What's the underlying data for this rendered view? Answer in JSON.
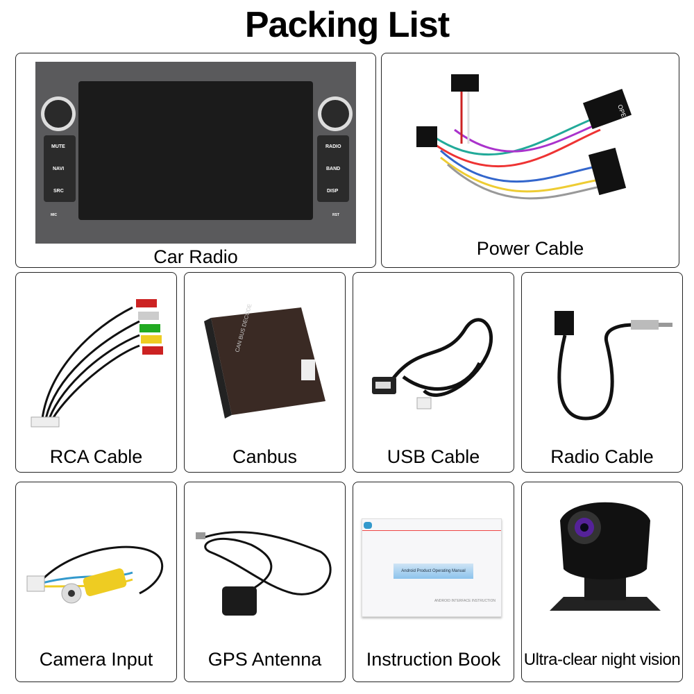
{
  "title": "Packing List",
  "items": [
    {
      "label": "Car Radio",
      "buttons_left": [
        "MUTE",
        "NAVI",
        "SRC"
      ],
      "buttons_right": [
        "RADIO",
        "BAND",
        "DISP"
      ],
      "mic": "MIC",
      "rst": "RST"
    },
    {
      "label": "Power Cable",
      "tag": "OPEL"
    },
    {
      "label": "RCA Cable"
    },
    {
      "label": "Canbus",
      "device_text": "CAN BUS DECODER"
    },
    {
      "label": "USB Cable"
    },
    {
      "label": "Radio Cable"
    },
    {
      "label": "Camera Input"
    },
    {
      "label": "GPS Antenna"
    },
    {
      "label": "Instruction Book",
      "manual_title": "Android Product Operating Manual",
      "manual_footer": "ANDROID INTERFACE INSTRUCTION"
    },
    {
      "label": "Ultra-clear night vision"
    }
  ]
}
